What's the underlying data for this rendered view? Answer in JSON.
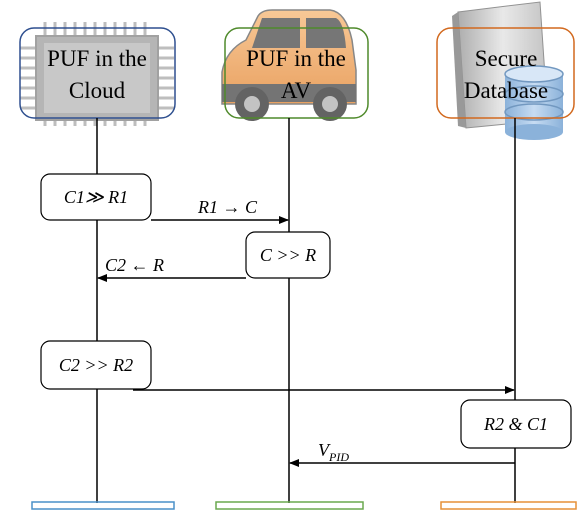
{
  "actors": [
    {
      "id": "cloud",
      "line1": "PUF in the",
      "line2": "Cloud",
      "border_color": "#2e4f8f",
      "icon": "chip-icon"
    },
    {
      "id": "av",
      "line1": "PUF in the",
      "line2": "AV",
      "border_color": "#4f8a2b",
      "icon": "car-icon"
    },
    {
      "id": "db",
      "line1": "Secure",
      "line2": "Database",
      "border_color": "#d2691e",
      "icon": "server-database-icon"
    }
  ],
  "steps": [
    {
      "id": "step-c1-r1",
      "text": "C1≫ R1"
    },
    {
      "id": "step-c-r",
      "text": "C >> R"
    },
    {
      "id": "step-c2-r2",
      "text": "C2 >> R2"
    },
    {
      "id": "step-r2-c1",
      "text": "R2 & C1"
    }
  ],
  "messages": [
    {
      "id": "msg-r1-c",
      "text": "R1 → C"
    },
    {
      "id": "msg-c2-r",
      "text": "C2 ← R"
    },
    {
      "id": "msg-vpid",
      "text": "V",
      "subscript": "PID"
    }
  ]
}
